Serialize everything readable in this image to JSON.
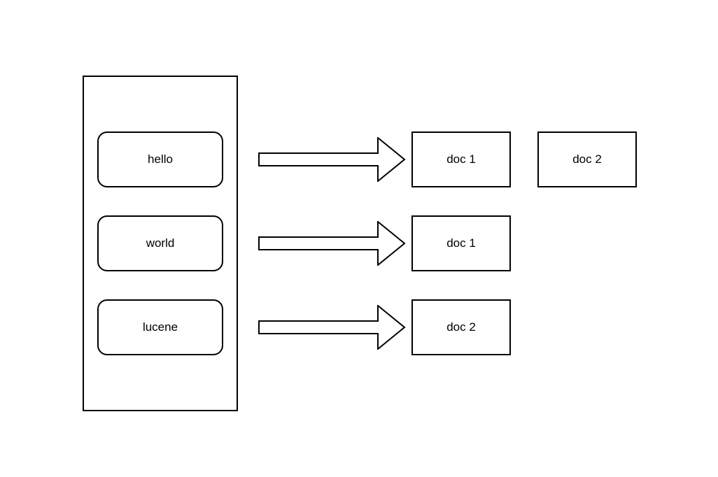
{
  "diagram": {
    "type": "inverted-index",
    "colors": {
      "background": "#ffffff",
      "stroke": "#000000",
      "fill": "#ffffff",
      "text": "#000000"
    }
  },
  "rows": [
    {
      "term": "hello",
      "docs": [
        "doc 1",
        "doc 2"
      ]
    },
    {
      "term": "world",
      "docs": [
        "doc 1"
      ]
    },
    {
      "term": "lucene",
      "docs": [
        "doc 2"
      ]
    }
  ]
}
